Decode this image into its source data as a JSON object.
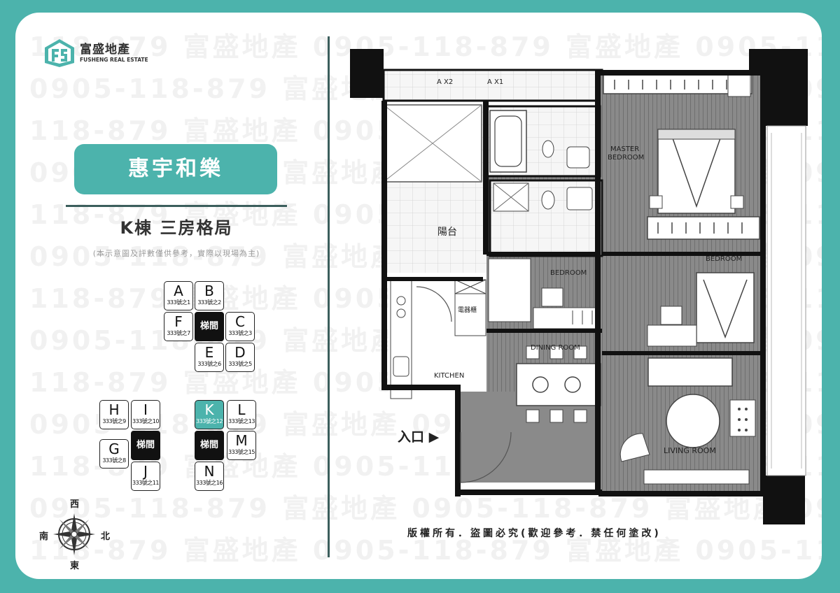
{
  "brand": {
    "name_cn": "富盛地產",
    "name_en": "FUSHENG REAL ESTATE"
  },
  "watermark": {
    "lines": [
      "118-879  富盛地產  0905-118-879  富盛地產  0905-118",
      "0905-118-879  富盛地產  0905-118-879  富盛地產  0905",
      "118-879  富盛地產  0905-118-879  富盛地產  0905-118",
      "0905-118-879  富盛地產  0905-118-879  富盛地產  0905",
      "118-879  富盛地產  0905-118-879  富盛地產  0905-118",
      "0905-118-879  富盛地產  0905-118-879  富盛地產  0905",
      "118-879  富盛地產  0905-118-879  富盛地產  0905-118",
      "0905-118-879  富盛地產  0905-118-879  富盛地產  0905",
      "118-879  富盛地產  0905-118-879  富盛地產  0905-118",
      "0905-118-879  富盛地產  0905-118-879  富盛地產  0905",
      "118-879  富盛地產  0905-118-879  富盛地產  0905-118",
      "0905-118-879  富盛地產  0905-118-879  富盛地產  0905",
      "118-879  富盛地產  0905-118-879  富盛地產  0905-118"
    ]
  },
  "title": "惠宇和樂",
  "subtitle": "K棟  三房格局",
  "disclaimer": "(本示意圖及評數僅供參考，實際以現場為主)",
  "units": {
    "A": {
      "letter": "A",
      "addr": "333號之1"
    },
    "B": {
      "letter": "B",
      "addr": "333號之2"
    },
    "C": {
      "letter": "C",
      "addr": "333號之3"
    },
    "D": {
      "letter": "D",
      "addr": "333號之5"
    },
    "E": {
      "letter": "E",
      "addr": "333號之6"
    },
    "F": {
      "letter": "F",
      "addr": "333號之7"
    },
    "G": {
      "letter": "G",
      "addr": "333號之8"
    },
    "H": {
      "letter": "H",
      "addr": "333號之9"
    },
    "I": {
      "letter": "I",
      "addr": "333號之10"
    },
    "J": {
      "letter": "J",
      "addr": "333號之11"
    },
    "K": {
      "letter": "K",
      "addr": "333號之12"
    },
    "L": {
      "letter": "L",
      "addr": "333號之13"
    },
    "M": {
      "letter": "M",
      "addr": "333號之15"
    },
    "N": {
      "letter": "N",
      "addr": "333號之16"
    }
  },
  "stair_label": "梯間",
  "compass": {
    "top": "西",
    "left": "南",
    "right": "北",
    "bottom": "東"
  },
  "floorplan": {
    "master_bedroom_1": "MASTER",
    "master_bedroom_2": "BEDROOM",
    "bedroom_right": "BEDROOM",
    "bedroom_mid": "BEDROOM",
    "dining": "DINING ROOM",
    "kitchen": "KITCHEN",
    "living": "LIVING ROOM",
    "balcony": "陽台",
    "storage": "電器櫃",
    "ac_1": "A X2",
    "ac_2": "A X1"
  },
  "entrance_label": "入口 ▶",
  "copyright": "版權所有．盜圖必究(歡迎參考．禁任何塗改)",
  "colors": {
    "teal": "#4cb3ac",
    "dark_line": "#3b5e5c",
    "floor": "#8d8d8d",
    "wall": "#111111"
  }
}
